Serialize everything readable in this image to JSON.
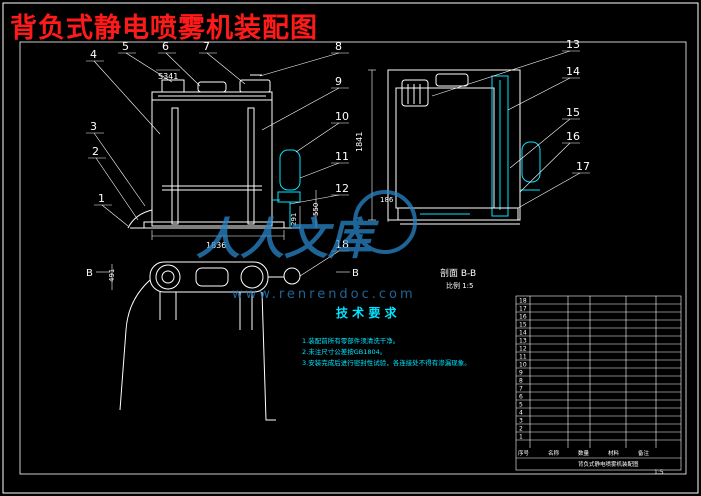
{
  "title": "背负式静电喷雾机装配图",
  "callouts": [
    "1",
    "2",
    "3",
    "4",
    "5",
    "6",
    "7",
    "8",
    "9",
    "10",
    "11",
    "12",
    "13",
    "14",
    "15",
    "16",
    "17",
    "18"
  ],
  "dimensions": {
    "width_front": "1836",
    "top_small": "S341",
    "height_right": "1841",
    "d1": "550",
    "d2": "291",
    "d3": "186",
    "d4": "491"
  },
  "section": {
    "marker": "B",
    "label": "剖面 B-B",
    "scale": "比例 1:5"
  },
  "tech": {
    "heading": "技 术 要 求",
    "notes": [
      "1.装配前所有零部件须清洗干净。",
      "2.未注尺寸公差按GB1804。",
      "3.安装完成后进行密封性试验，各连接处不得有渗漏现象。"
    ]
  },
  "watermark": {
    "text": "人人文库",
    "url": "www.renrendoc.com"
  },
  "parts_table": {
    "rows": [
      "18",
      "17",
      "16",
      "15",
      "14",
      "13",
      "12",
      "11",
      "10",
      "9",
      "8",
      "7",
      "6",
      "5",
      "4",
      "3",
      "2",
      "1"
    ],
    "footer": [
      "序号",
      "名称",
      "数量",
      "材料",
      "备注"
    ],
    "name_cell": "背负式静电喷雾机装配图",
    "sheet": "1:5"
  },
  "colors": {
    "line": "#ffffff",
    "accent": "#00e5ff",
    "title": "#ff1a1a",
    "border": "#ffffff",
    "watermark": "#2a86c8"
  }
}
